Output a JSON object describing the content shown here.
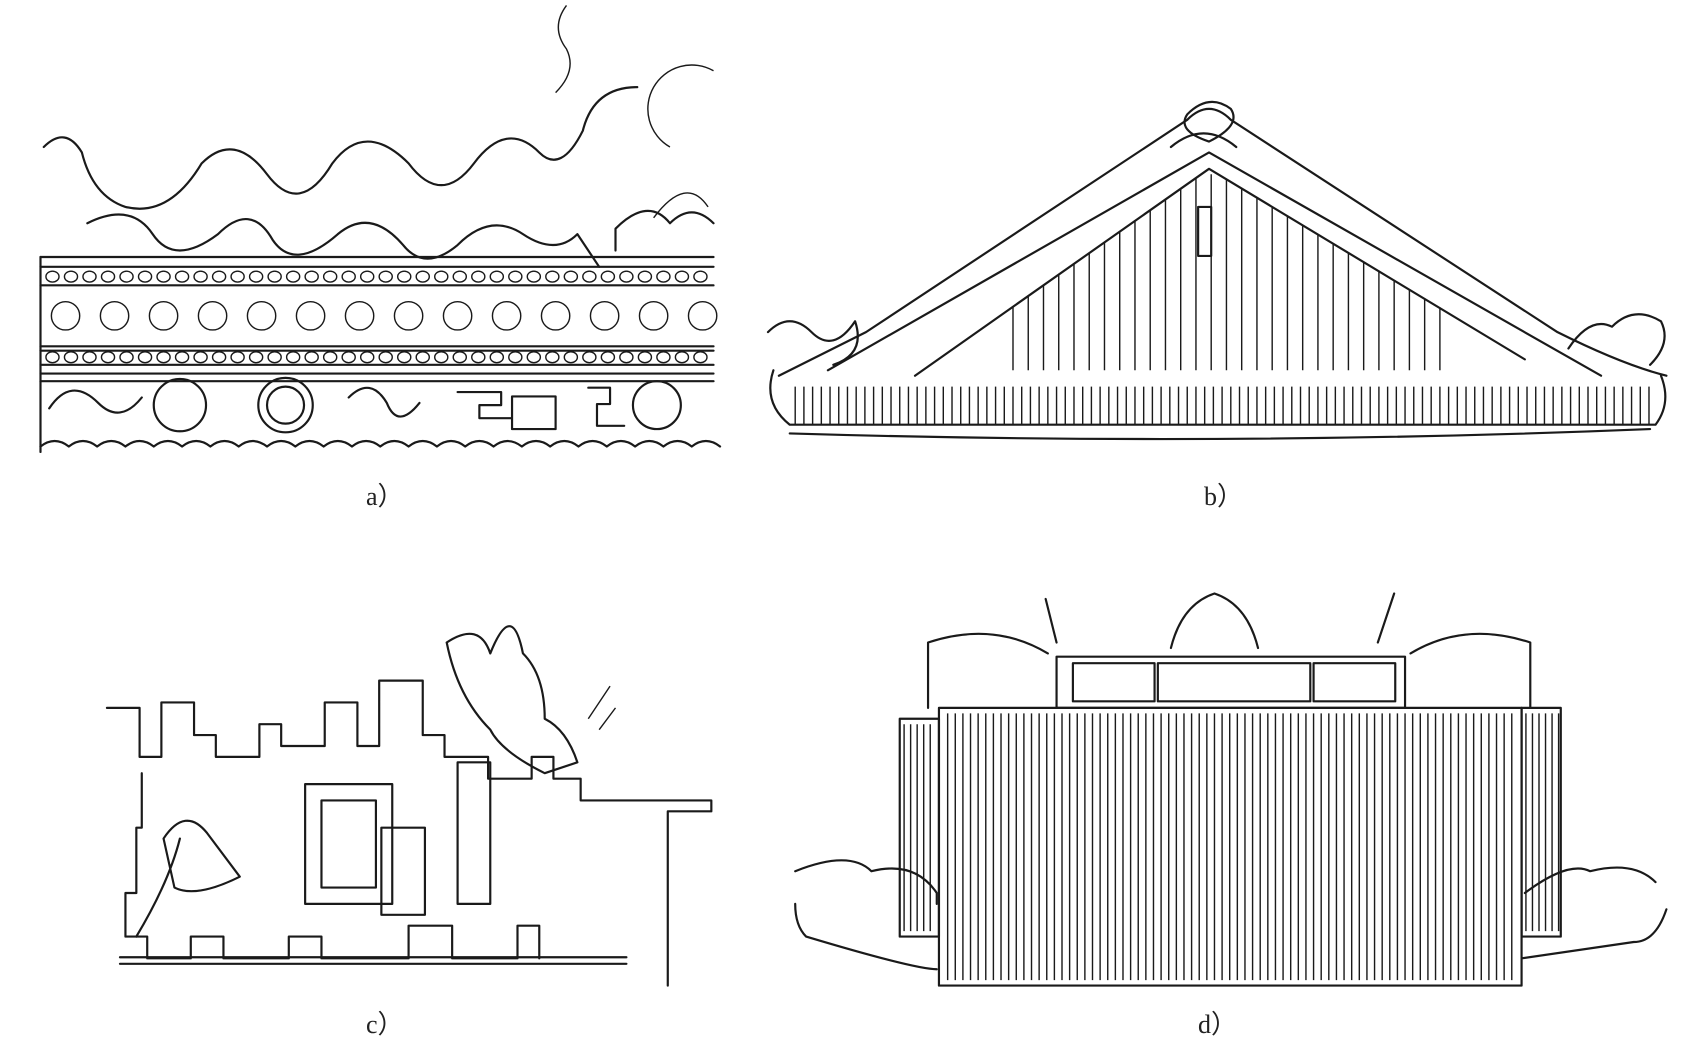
{
  "figure": {
    "panels": [
      {
        "id": "a",
        "label": "a）"
      },
      {
        "id": "b",
        "label": "b）"
      },
      {
        "id": "c",
        "label": "c）"
      },
      {
        "id": "d",
        "label": "d）"
      }
    ]
  }
}
